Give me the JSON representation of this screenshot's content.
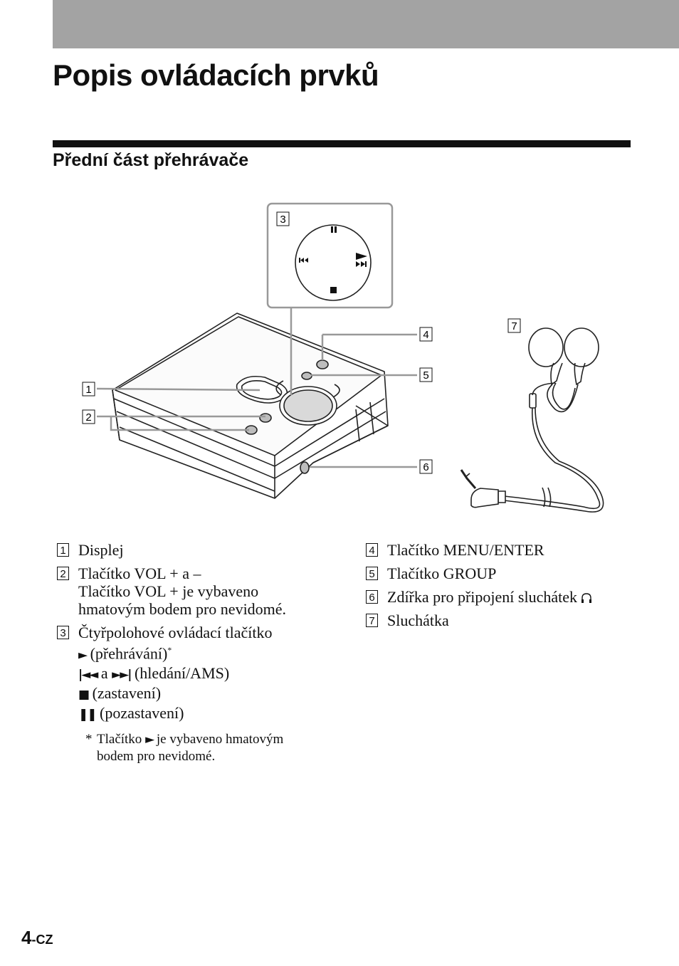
{
  "header": {
    "title": "Popis ovládacích prvků"
  },
  "section": {
    "title": "Přední část přehrávače"
  },
  "diagram": {
    "callouts": [
      "1",
      "2",
      "3",
      "4",
      "5",
      "6",
      "7"
    ],
    "button_icons": [
      "pause-icon",
      "prev-icon",
      "play-next-icon",
      "stop-icon"
    ]
  },
  "items_left": [
    {
      "num": "1",
      "lines": [
        "Displej"
      ]
    },
    {
      "num": "2",
      "lines": [
        "Tlačítko VOL + a –",
        "Tlačítko VOL + je vybaveno",
        "hmatovým bodem pro nevidomé."
      ]
    },
    {
      "num": "3",
      "line1": "Čtyřpolohové ovládací tlačítko",
      "play_text": "(přehrávání)",
      "star": "*",
      "and": "a",
      "search_text": "(hledání/AMS)",
      "stop_text": "(zastavení)",
      "pause_text": "(pozastavení)"
    }
  ],
  "note": {
    "asterisk": "*",
    "before": "Tlačítko",
    "after": "je vybaveno hmatovým",
    "line2": "bodem pro nevidomé."
  },
  "items_right": [
    {
      "num": "4",
      "text": "Tlačítko MENU/ENTER"
    },
    {
      "num": "5",
      "text": "Tlačítko GROUP"
    },
    {
      "num": "6",
      "text": "Zdířka pro připojení sluchátek"
    },
    {
      "num": "7",
      "text": "Sluchátka"
    }
  ],
  "footer": {
    "page": "4",
    "suffix": "-CZ"
  }
}
